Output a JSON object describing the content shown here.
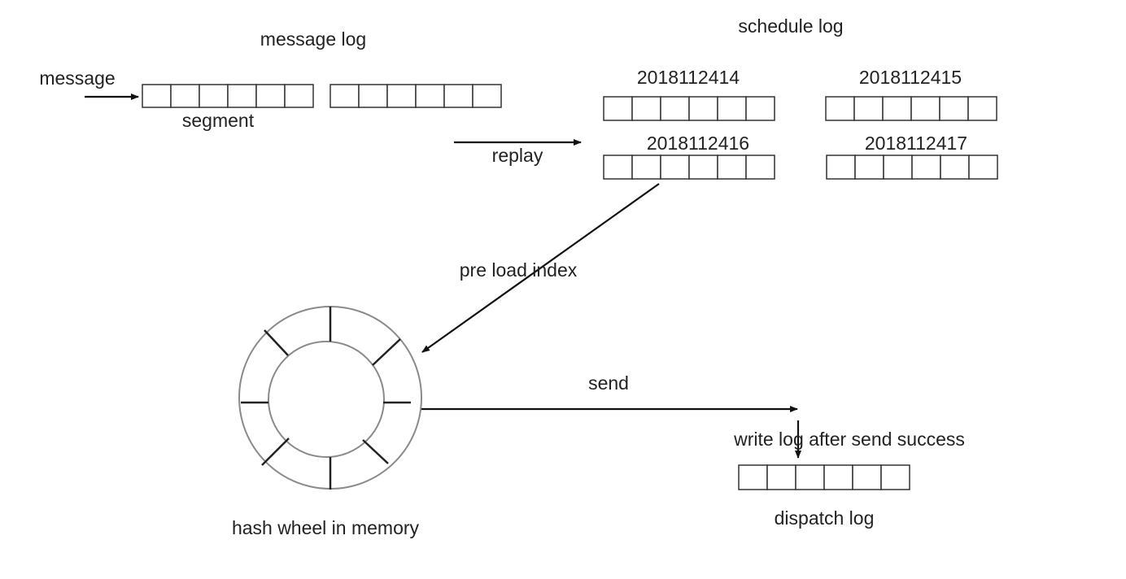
{
  "labels": {
    "message_log": "message log",
    "message": "message",
    "segment": "segment",
    "replay": "replay",
    "schedule_log": "schedule log",
    "pre_load_index": "pre load index",
    "hash_wheel": "hash wheel in memory",
    "send": "send",
    "write_log": "write log after send success",
    "dispatch_log": "dispatch log"
  },
  "schedule_segments": [
    "2018112414",
    "2018112415",
    "2018112416",
    "2018112417"
  ],
  "colors": {
    "stroke": "#333333",
    "ring": "#8a8a8a",
    "text": "#222222"
  }
}
